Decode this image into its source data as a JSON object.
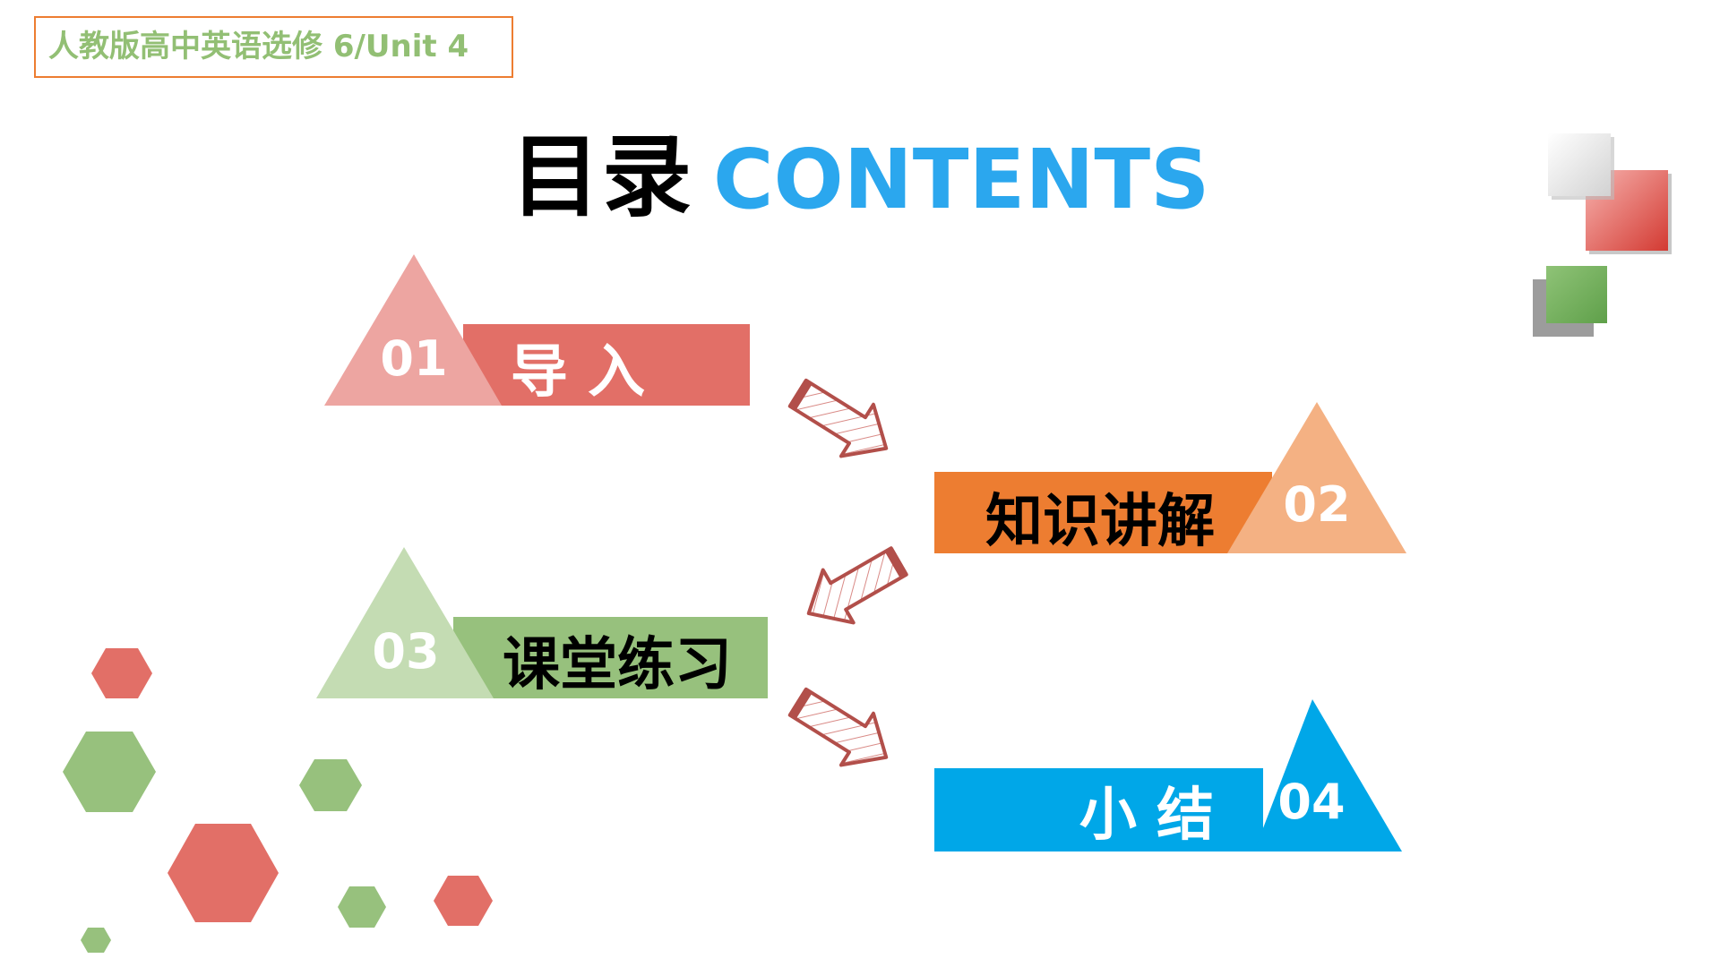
{
  "header": {
    "course_tag": "人教版高中英语选修 6/Unit 4"
  },
  "title": {
    "chinese": "目录",
    "english": "CONTENTS"
  },
  "sections": [
    {
      "number": "01",
      "label": "导 入"
    },
    {
      "number": "02",
      "label": "知识讲解"
    },
    {
      "number": "03",
      "label": "课堂练习"
    },
    {
      "number": "04",
      "label": "小 结"
    }
  ],
  "colors": {
    "title_accent": "#2BA7EE",
    "section_01": "#E26F67",
    "section_02": "#ED7D31",
    "section_03": "#97C17D",
    "section_04": "#00A7E8",
    "header_border": "#ED7D31",
    "header_text": "#92BF74",
    "arrow": "#B24F4A"
  },
  "icons": [
    "right-down-arrow-icon",
    "left-down-arrow-icon",
    "hexagon-icon",
    "square-tile-icon"
  ]
}
